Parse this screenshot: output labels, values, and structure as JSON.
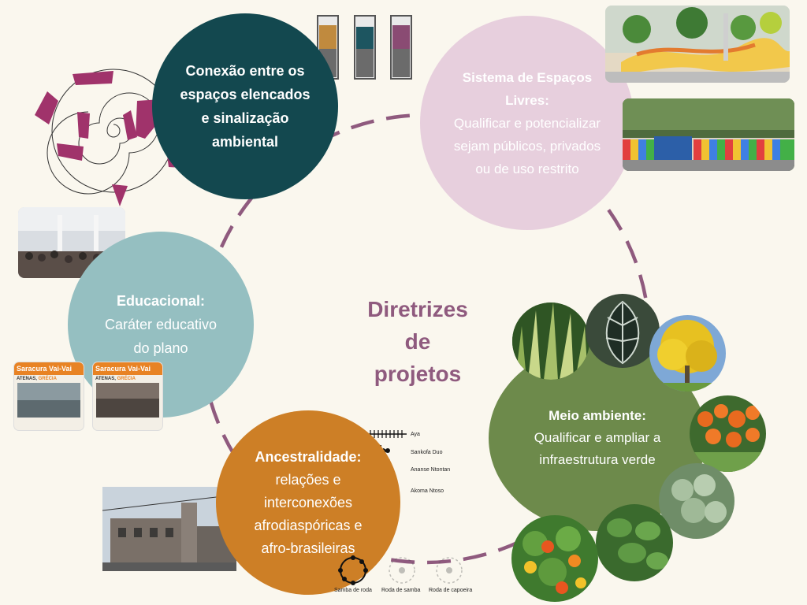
{
  "title": [
    "Diretrizes",
    "de",
    "projetos"
  ],
  "nodes": {
    "conexao": {
      "lines": [
        "Conexão entre os",
        "espaços elencados",
        "e sinalização",
        "ambiental"
      ],
      "color": "#13484f"
    },
    "sistema": {
      "title_lines": [
        "Sistema de Espaços",
        "Livres:"
      ],
      "lines": [
        "Qualificar e potencializar",
        "sejam públicos, privados",
        "ou de uso restrito"
      ],
      "color": "#e7cfdd"
    },
    "educacional": {
      "title": "Educacional:",
      "lines": [
        "Caráter educativo",
        "do plano"
      ],
      "color": "#95bfc1"
    },
    "ancestralidade": {
      "title": "Ancestralidade:",
      "lines": [
        "relações e",
        "interconexões",
        "afrodiaspóricas e",
        "afro-brasileiras"
      ],
      "color": "#cd7f26"
    },
    "meio_ambiente": {
      "title": "Meio ambiente:",
      "lines": [
        "Qualificar e ampliar a",
        "infraestrutura verde"
      ],
      "color": "#6d8a4b"
    }
  },
  "adinkra": [
    "Aya",
    "Sankofa Duo",
    "Ananse Ntontan",
    "Akoma Ntoso"
  ],
  "rodas": [
    "Samba de roda",
    "Roda de samba",
    "Roda de capoeira"
  ],
  "posters": [
    {
      "header": "Saracura Vai-Vai",
      "headline_a": "ATENAS,",
      "headline_b": "GRÉCIA"
    },
    {
      "header": "Saracura Vai-Vai",
      "headline_a": "ATENAS,",
      "headline_b": "GRÉCIA"
    }
  ],
  "colors": {
    "background": "#faf7ee",
    "ring": "#8f5a7e",
    "title": "#8f5a7e",
    "tube_brown": "#c08a3e",
    "tube_teal": "#1d5560",
    "tube_plum": "#8a4b73",
    "tube_gray": "#6b6b6b",
    "spiral_accent": "#a0336b"
  }
}
